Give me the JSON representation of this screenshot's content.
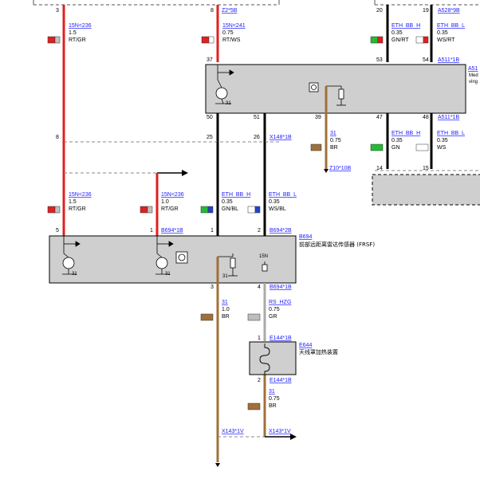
{
  "top_pins": {
    "p3": "3",
    "p8": "8",
    "p20": "20",
    "p19": "19"
  },
  "w1": {
    "id": "15N<236",
    "size": "1.5",
    "color": "RT/GR"
  },
  "w2": {
    "id": "Z2*5B",
    "id2": "15N<241",
    "size": "0.75",
    "color": "RT/WS"
  },
  "w3": {
    "id": "ETH_BB_H",
    "size": "0.35",
    "color": "GN/RT"
  },
  "w4": {
    "id": "A528*9B",
    "id2": "ETH_BB_L",
    "size": "0.35",
    "color": "WS/RT"
  },
  "a511_top": {
    "pin37": "37",
    "pin53": "53",
    "pin54": "54",
    "conn": "A511*1B",
    "name_a": "A51",
    "name_b": "Med",
    "name_c": "ving"
  },
  "a511_bottom": {
    "pin50": "50",
    "pin51": "51",
    "pin39": "39",
    "pin47": "47",
    "pin48": "48",
    "conn": "A511*1B"
  },
  "w31a": {
    "id": "31",
    "size": "0.75",
    "color": "BR",
    "conn": "Z10*10B"
  },
  "x148": {
    "pin25": "25",
    "pin26": "26",
    "conn": "X148*1B"
  },
  "w5": {
    "id": "ETH_BB_H",
    "size": "0.35",
    "color": "GN"
  },
  "w6": {
    "id": "ETH_BB_L",
    "size": "0.35",
    "color": "WS"
  },
  "low_pins": {
    "p14": "14",
    "p15": "15",
    "p8": "8"
  },
  "w7": {
    "id": "15N<236",
    "size": "1.5",
    "color": "RT/GR"
  },
  "w8": {
    "id": "15N<236",
    "size": "1.0",
    "color": "RT/GR"
  },
  "w9": {
    "id": "ETH_BB_H",
    "size": "0.35",
    "color": "GN/BL"
  },
  "w10": {
    "id": "ETH_BB_L",
    "size": "0.35",
    "color": "WS/BL"
  },
  "b694_top": {
    "pin5": "5",
    "pin1a": "1",
    "conn_a": "B694*1B",
    "pin1b": "1",
    "pin2": "2",
    "conn_b": "B694*2B"
  },
  "b694": {
    "id": "B694",
    "name": "前部远距离雷达传感器 (FRSF)",
    "label_15n": "15N"
  },
  "gnd_labels": {
    "a": "31",
    "b": "31",
    "c": "31",
    "d": "31"
  },
  "b694_bottom": {
    "pin3": "3",
    "pin4": "4",
    "conn": "B694*1B"
  },
  "w11": {
    "id": "31",
    "size": "1.0",
    "color": "BR"
  },
  "w12": {
    "id": "RS_HZG",
    "size": "0.75",
    "color": "GR"
  },
  "e644": {
    "pin1": "1",
    "conn_top": "E144*1B",
    "id": "E644",
    "name": "天线罩加热装置",
    "pin2": "2",
    "conn_bottom": "E144*1B"
  },
  "w13": {
    "id": "31",
    "size": "0.75",
    "color": "BR"
  },
  "bottom": {
    "conn_a": "X143*1V",
    "conn_b": "X143*1V"
  }
}
